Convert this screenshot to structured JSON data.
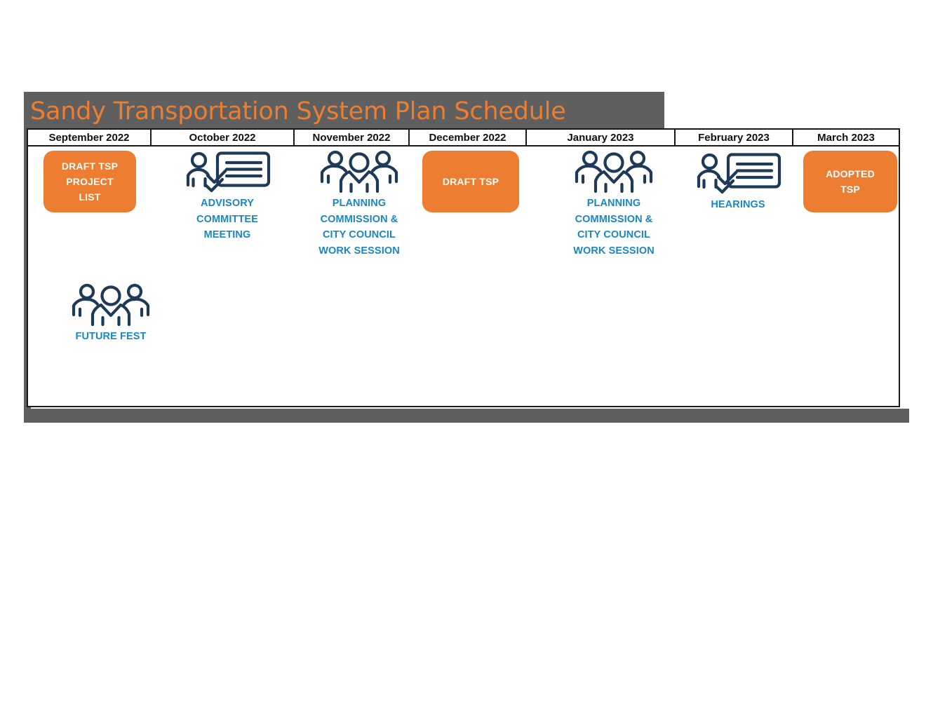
{
  "title": "Sandy Transportation System Plan Schedule",
  "colors": {
    "band_gray": "#5F5F5F",
    "title_orange": "#ED7D31",
    "box_orange": "#ED7D31",
    "caption_blue": "#1B86C4",
    "icon_navy": "#1F3A56",
    "border_black": "#1A1A1A",
    "card_white": "#FFFFFF"
  },
  "months": [
    {
      "label": "September 2022"
    },
    {
      "label": "October 2022"
    },
    {
      "label": "November 2022"
    },
    {
      "label": "December 2022"
    },
    {
      "label": "January 2023"
    },
    {
      "label": "February 2023"
    },
    {
      "label": "March 2023"
    }
  ],
  "milestones": [
    {
      "id": "draft-tsp-project-list",
      "month": "September 2022",
      "kind": "orange-box",
      "label": "DRAFT TSP PROJECT LIST",
      "lines": [
        "DRAFT TSP",
        "PROJECT",
        "LIST"
      ]
    },
    {
      "id": "advisory-committee-meeting",
      "month": "October 2022",
      "kind": "icon",
      "icon": "presenter-whiteboard-icon",
      "label": "ADVISORY COMMITTEE MEETING",
      "lines": [
        "ADVISORY",
        "COMMITTEE",
        "MEETING"
      ]
    },
    {
      "id": "planning-commission-work-session-nov",
      "month": "November 2022",
      "kind": "icon",
      "icon": "people-group-icon",
      "label": "PLANNING COMMISSION & CITY COUNCIL WORK SESSION",
      "lines": [
        "PLANNING",
        "COMMISSION &",
        "CITY COUNCIL",
        "WORK SESSION"
      ]
    },
    {
      "id": "draft-tsp",
      "month": "December 2022",
      "kind": "orange-box",
      "label": "DRAFT TSP",
      "lines": [
        "DRAFT TSP"
      ]
    },
    {
      "id": "planning-commission-work-session-jan",
      "month": "January 2023",
      "kind": "icon",
      "icon": "people-group-icon",
      "label": "PLANNING COMMISSION & CITY COUNCIL WORK SESSION",
      "lines": [
        "PLANNING",
        "COMMISSION &",
        "CITY COUNCIL",
        "WORK SESSION"
      ]
    },
    {
      "id": "hearings",
      "month": "February 2023",
      "kind": "icon",
      "icon": "presenter-whiteboard-icon",
      "label": "HEARINGS",
      "lines": [
        "HEARINGS"
      ]
    },
    {
      "id": "adopted-tsp",
      "month": "March 2023",
      "kind": "orange-box",
      "label": "ADOPTED TSP",
      "lines": [
        "ADOPTED",
        "TSP"
      ]
    },
    {
      "id": "future-fest",
      "month": "September 2022",
      "kind": "icon",
      "icon": "people-group-icon",
      "label": "FUTURE FEST",
      "lines": [
        "FUTURE FEST"
      ]
    }
  ]
}
